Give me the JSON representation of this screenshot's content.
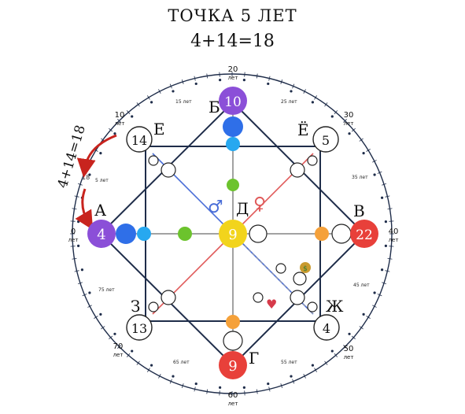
{
  "header": {
    "title": "ТОЧКА 5 ЛЕТ",
    "formula": "4+14=18"
  },
  "side_note": {
    "formula": "4+14=18",
    "value": "18"
  },
  "points": {
    "A": {
      "letter": "А",
      "value": "4",
      "color": "#8b4fd8"
    },
    "B": {
      "letter": "Б",
      "value": "10",
      "color": "#8b4fd8"
    },
    "V": {
      "letter": "В",
      "value": "22",
      "color": "#e8403a"
    },
    "G": {
      "letter": "Г",
      "value": "9",
      "color": "#e8403a"
    },
    "D": {
      "letter": "Д",
      "value": "9",
      "color": "#f2d41c"
    },
    "E": {
      "letter": "Е",
      "value": "14"
    },
    "Yo": {
      "letter": "Ё",
      "value": "5"
    },
    "Zh": {
      "letter": "Ж",
      "value": "4"
    },
    "Z": {
      "letter": "З",
      "value": "13"
    }
  },
  "age_labels": [
    {
      "num": "0",
      "unit": "лет"
    },
    {
      "num": "10",
      "unit": "лет"
    },
    {
      "num": "20",
      "unit": "лет"
    },
    {
      "num": "30",
      "unit": "лет"
    },
    {
      "num": "40",
      "unit": "лет"
    },
    {
      "num": "50",
      "unit": "лет"
    },
    {
      "num": "60",
      "unit": "лет"
    },
    {
      "num": "70",
      "unit": "лет"
    }
  ],
  "minor_labels": [
    "5 лет",
    "15 лет",
    "25 лет",
    "35 лет",
    "45 лет",
    "55 лет",
    "65 лет",
    "75 лет"
  ],
  "symbols": {
    "male": "♂",
    "female": "♀",
    "heart": "♥",
    "money": "$"
  },
  "colors": {
    "purple": "#8b4fd8",
    "red": "#e8403a",
    "yellow": "#f2d41c",
    "blue": "#2f6fe8",
    "light_blue": "#27a8f0",
    "green": "#6cc32d",
    "orange": "#f5a13a",
    "line_red": "#e05a5a",
    "line_blue": "#4b6fd8",
    "frame": "#1f2d4a"
  }
}
